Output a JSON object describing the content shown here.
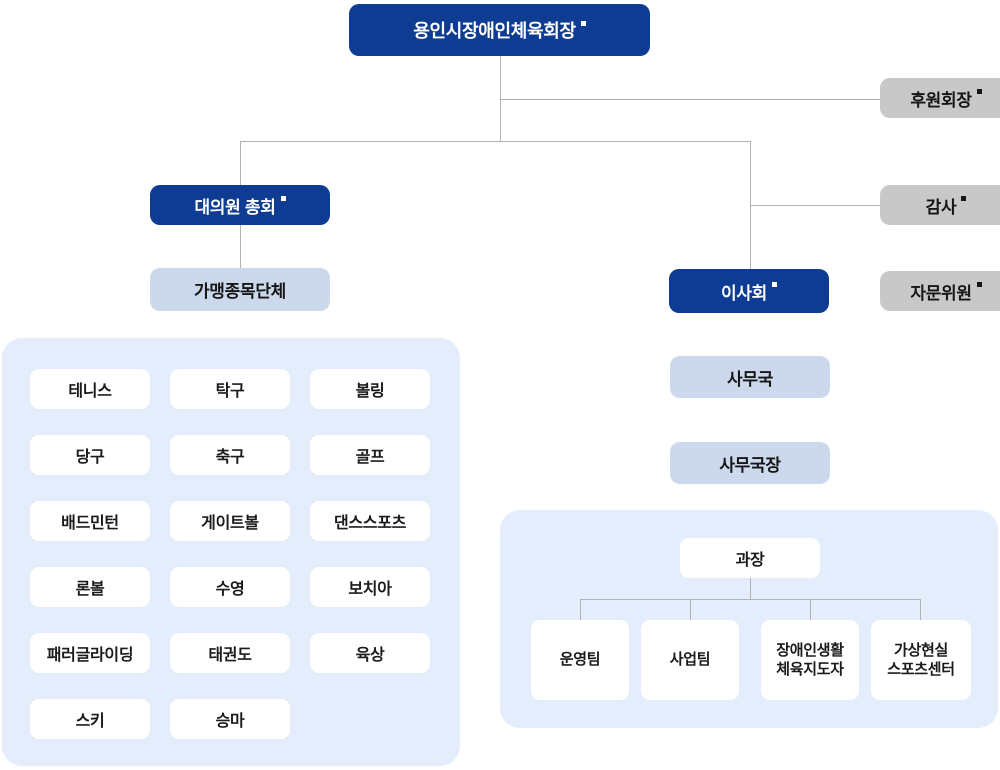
{
  "org_chart": {
    "president": "용인시장애인체육회장",
    "sponsor_chair": "후원회장",
    "delegate_assembly": "대의원 총회",
    "auditor": "감사",
    "member_sports_orgs": "가맹종목단체",
    "board": "이사회",
    "advisory_committee": "자문위원",
    "secretariat": "사무국",
    "secretary_general": "사무국장",
    "manager": "과장",
    "teams": [
      "운영팀",
      "사업팀",
      "장애인생활\n체육지도자",
      "가상현실\n스포츠센터"
    ],
    "sports": [
      "테니스",
      "탁구",
      "볼링",
      "당구",
      "축구",
      "골프",
      "배드민턴",
      "게이트볼",
      "댄스스포츠",
      "론볼",
      "수영",
      "보치아",
      "패러글라이딩",
      "태권도",
      "육상",
      "스키",
      "승마"
    ]
  },
  "colors": {
    "primary_blue": "#0d3c92",
    "light_blue_box": "#ccd9ec",
    "panel_background": "#e4edfb",
    "gray_box": "#c8c8c8",
    "connector_line": "#b2b2b2"
  }
}
